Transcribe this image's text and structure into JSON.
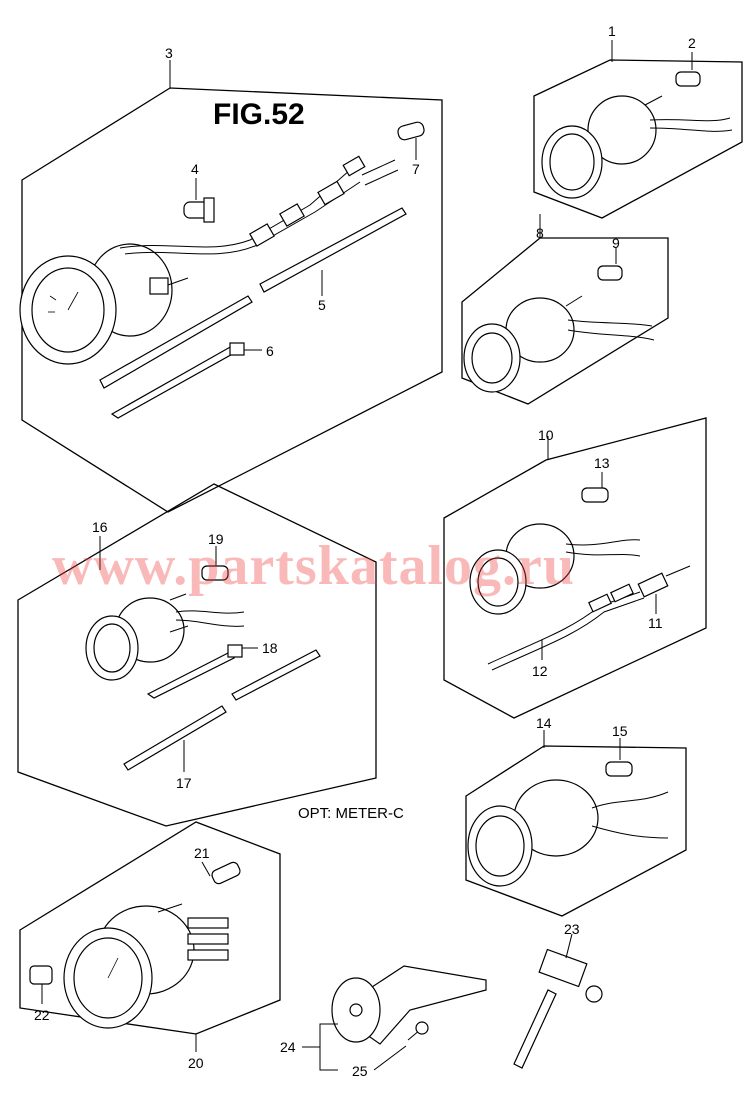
{
  "figure": {
    "title": "FIG.52",
    "caption": "OPT: METER-C",
    "watermark": "www.partskatalog.ru"
  },
  "callouts": [
    "1",
    "2",
    "3",
    "4",
    "5",
    "6",
    "7",
    "8",
    "9",
    "10",
    "11",
    "12",
    "13",
    "14",
    "15",
    "16",
    "17",
    "18",
    "19",
    "20",
    "21",
    "22",
    "23",
    "24",
    "25"
  ]
}
